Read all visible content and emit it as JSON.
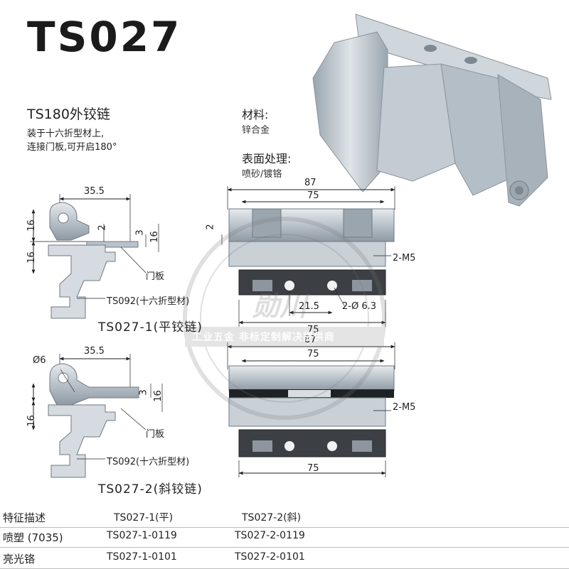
{
  "header": {
    "model_code": "TS027",
    "subtitle": "TS180外铰链",
    "desc_line1": "装于十六折型材上,",
    "desc_line2": "连接门板,可开启180°"
  },
  "specs": {
    "material_label": "材料:",
    "material_value": "锌合金",
    "finish_label": "表面处理:",
    "finish_value": "喷砂/镀铬"
  },
  "variant1": {
    "dim_width": "35.5",
    "dim_height_left": "16",
    "dim_2": "2",
    "dim_3": "3",
    "dim_16_right": "16",
    "door_label": "门板",
    "profile_label": "TS092(十六折型材)",
    "name": "TS027-1(平铰链)"
  },
  "variant2": {
    "dim_width": "35.5",
    "dim_hole": "Ø6",
    "dim_height_left": "16",
    "dim_3": "3",
    "dim_16_right": "16",
    "door_label": "门板",
    "profile_label": "TS092(十六折型材)",
    "name": "TS027-2(斜铰链)"
  },
  "front_view_1": {
    "dim_87": "87",
    "dim_75": "75",
    "dim_2": "2",
    "dim_m5": "2-M5",
    "dim_21_5": "21.5",
    "dim_hole": "2-Ø 6.3",
    "dim_75_bottom": "75"
  },
  "front_view_2": {
    "dim_87": "87",
    "dim_75": "75",
    "dim_m5": "2-M5",
    "dim_75_bottom": "75"
  },
  "watermark": {
    "brand": "勋川",
    "slogan": "工业五金 非标定制解决提供商"
  },
  "table": {
    "header": [
      "特征描述",
      "TS027-1(平)",
      "TS027-2(斜)"
    ],
    "rows": [
      [
        "喷塑 (7035)",
        "TS027-1-0119",
        "TS027-2-0119"
      ],
      [
        "亮光铬",
        "TS027-1-0101",
        "TS027-2-0101"
      ]
    ]
  }
}
